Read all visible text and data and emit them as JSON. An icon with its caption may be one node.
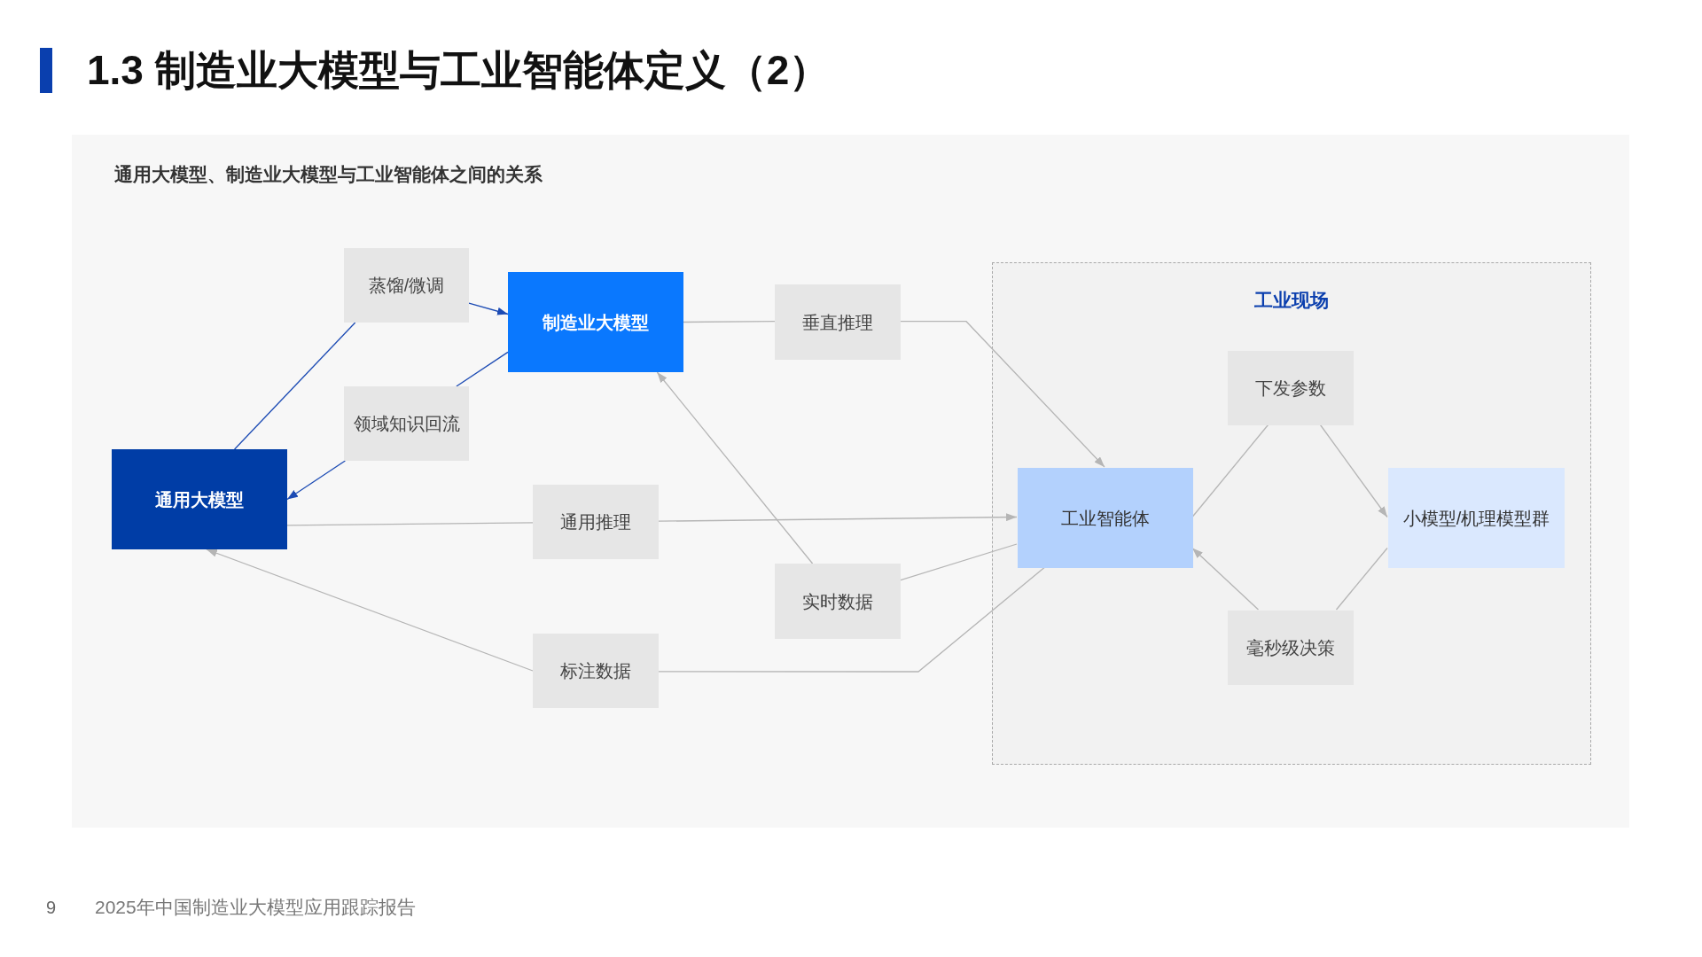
{
  "diagram": {
    "title": "1.3 制造业大模型与工业智能体定义（2）",
    "nodes": [
      {
        "text": [
          "通用大模型"
        ]
      },
      {
        "text": [
          "蒸馏/微调"
        ]
      },
      {
        "text": [
          "制造业大模型"
        ]
      },
      {
        "text": [
          "领域知识回流"
        ]
      },
      {
        "text": [
          "垂直推理"
        ]
      },
      {
        "text": [
          "通用推理"
        ]
      },
      {
        "text": [
          "实时数据"
        ]
      },
      {
        "text": [
          "标注数据"
        ]
      },
      {
        "text": [
          "工业现场"
        ]
      },
      {
        "text": [
          "下发参数"
        ],
        "in": 8
      },
      {
        "text": [
          "工业智能体"
        ],
        "in": 8
      },
      {
        "text": [
          "小模型/机理模型群"
        ],
        "in": 8
      },
      {
        "text": [
          "毫秒级决策"
        ],
        "in": 8
      }
    ],
    "edges": [
      {
        "from": 0,
        "to": 1,
        "arrow": "none",
        "color": "#1c4bb4"
      },
      {
        "from": 1,
        "to": 2,
        "arrow": "to",
        "color": "#1c4bb4"
      },
      {
        "from": 2,
        "to": 3,
        "arrow": "none",
        "color": "#1c4bb4"
      },
      {
        "from": 3,
        "to": 0,
        "arrow": "to",
        "color": "#1c4bb4"
      },
      {
        "from": 2,
        "to": 4,
        "arrow": "none"
      },
      {
        "from": 4,
        "to": 10,
        "arrow": "to"
      },
      {
        "from": 0,
        "to": 5,
        "arrow": "none"
      },
      {
        "from": 5,
        "to": 10,
        "arrow": "to"
      },
      {
        "from": 10,
        "to": 6,
        "arrow": "none"
      },
      {
        "from": 6,
        "to": 2,
        "arrow": "to"
      },
      {
        "from": 10,
        "to": 7,
        "arrow": "none"
      },
      {
        "from": 7,
        "to": 0,
        "arrow": "to"
      },
      {
        "from": 10,
        "to": 9,
        "arrow": "none"
      },
      {
        "from": 9,
        "to": 11,
        "arrow": "to"
      },
      {
        "from": 11,
        "to": 12,
        "arrow": "none"
      },
      {
        "from": 12,
        "to": 10,
        "arrow": "to"
      }
    ],
    "labels": [
      "通用大模型、制造业大模型与工业智能体之间的关系",
      "9",
      "2025年中国制造业大模型应用跟踪报告"
    ]
  }
}
